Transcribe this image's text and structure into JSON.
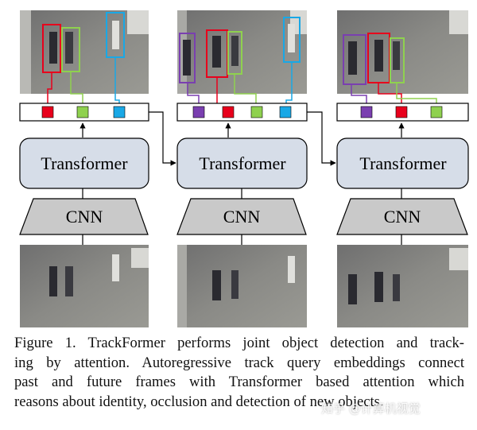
{
  "figure": {
    "transformer_label": "Transformer",
    "cnn_label": "CNN",
    "colors": {
      "red": "#e8001c",
      "green": "#8fd14f",
      "blue": "#19a8e6",
      "purple": "#7a3fb0",
      "block_fill": "#d6dde8",
      "cnn_fill": "#c9c9c9"
    }
  },
  "caption": {
    "lines": [
      "Figure 1.  TrackFormer performs joint object detection and track-",
      "ing by attention. Autoregressive track query embeddings connect",
      "past and future frames with Transformer based attention which",
      "reasons about identity, occlusion and detection of new objects."
    ]
  },
  "watermark": "知乎 @计算机视觉"
}
